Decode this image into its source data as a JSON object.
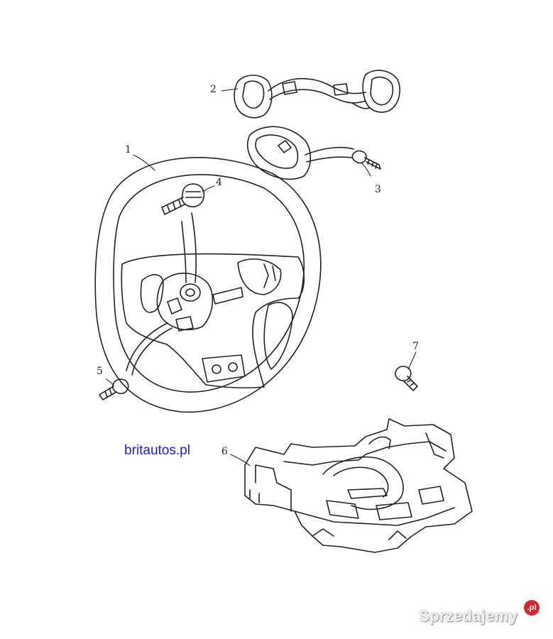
{
  "callouts": {
    "c1": "1",
    "c2": "2",
    "c3": "3",
    "c4": "4",
    "c5": "5",
    "c6": "6",
    "c7": "7"
  },
  "watermark": {
    "site_link": "britautos.pl",
    "brand_text": "Sprzedajemy",
    "brand_badge": ".pl"
  }
}
